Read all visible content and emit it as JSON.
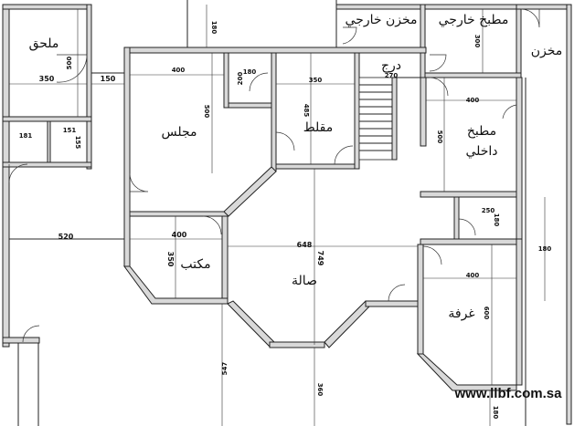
{
  "rooms": {
    "annex": "ملحق",
    "external_store_top": "مخزن خارجي",
    "external_kitchen": "مطبخ خارجي",
    "store_right": "مخزن",
    "stairs": "درج",
    "majlis": "مجلس",
    "maqlat": "مقلط",
    "internal_kitchen_1": "مطبخ",
    "internal_kitchen_2": "داخلي",
    "office": "مكتب",
    "hall": "صالة",
    "room": "غرفة"
  },
  "dimensions": {
    "d180_top": "180",
    "d500_annex": "500",
    "d350_annex": "350",
    "d150": "150",
    "d300_ext_kitchen": "300",
    "d400_majlis": "400",
    "d180_bath": "180",
    "d200_bath": "200",
    "d350_maqlat": "350",
    "d485_maqlat": "485",
    "d270_stairs": "270",
    "d500_majlis": "500",
    "d400_int_kitchen": "400",
    "d500_int_kitchen": "500",
    "d181": "181",
    "d151": "151",
    "d155": "155",
    "d250": "250",
    "d180_small": "180",
    "d520": "520",
    "d400_office": "400",
    "d648": "648",
    "d749": "749",
    "d350_office": "350",
    "d180_right": "180",
    "d400_room": "400",
    "d600_room": "600",
    "d547": "547",
    "d360": "360",
    "d180_bottom": "180"
  },
  "watermark": "www.llbf.com.sa"
}
